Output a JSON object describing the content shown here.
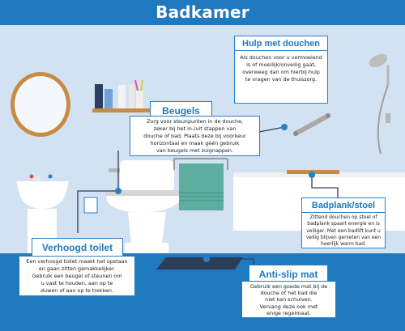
{
  "header": {
    "title": "Badkamer"
  },
  "callouts": {
    "douchen": {
      "title": "Hulp met douchen",
      "lines": [
        "Als douchen voor u vermoeiend",
        "is of moeilijk/onveilig gaat,",
        "overweeg dan om hierbij hulp",
        "te vragen van de thuiszorg."
      ]
    },
    "beugels": {
      "title": "Beugels",
      "lines": [
        "Zorg voor steunpunten in de douche,",
        "zeker bij het in-/uit stappen van",
        "douche of bad. Plaats deze bij voorkeur",
        "horizontaal en maak géén gebruik",
        "van beugels met zuignappen."
      ]
    },
    "toilet": {
      "title": "Verhoogd toilet",
      "lines": [
        "Een verhoogd toilet maakt het opstaan",
        "en gaan zitten gemakkelijker.",
        "Gebruik een beugel of steunen om",
        "u vast te houden, aan op te",
        "duwen of aan op te trekken."
      ]
    },
    "badplank": {
      "title": "Badplank/stoel",
      "lines": [
        "Zittend douchen op stoel of",
        "badplank spaart energie en is",
        "veiliger.  Met een badlift kunt u",
        "veilig blijven genieten van een",
        "heerlijk warm bad."
      ]
    },
    "antislip": {
      "title": "Anti-slip mat",
      "lines": [
        "Gebruik een goede mat bij de",
        "douche of het bad die",
        "niet kan schuiven.",
        "Vervang deze ook met",
        "enige regelmaat."
      ]
    }
  },
  "colors": {
    "header": "#1f79bf",
    "wall": "#d3e2f2",
    "floor": "#1f79bf",
    "accent": "#2a7fc3",
    "towel": "#5eae9f"
  }
}
